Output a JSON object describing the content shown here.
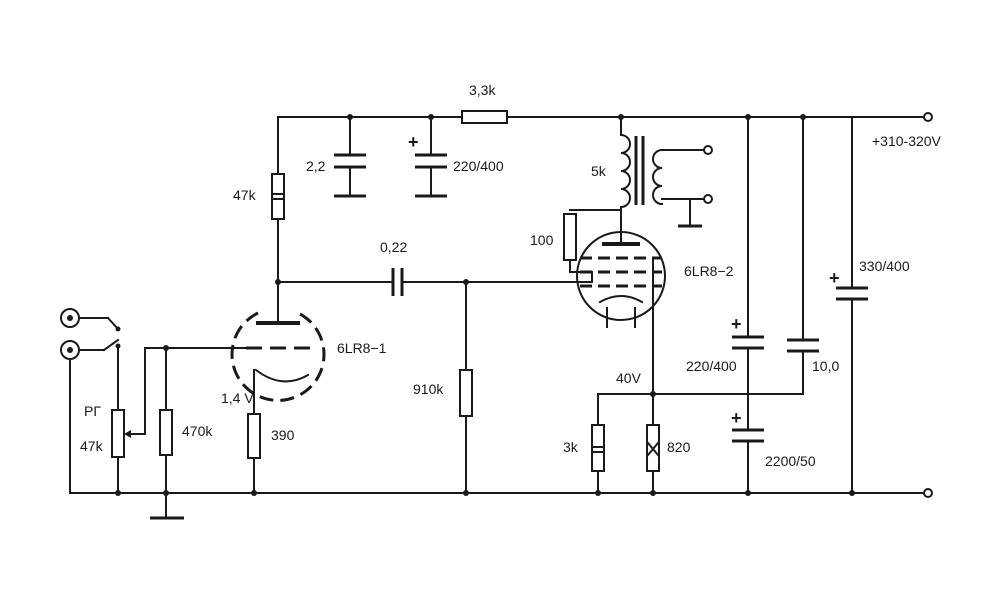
{
  "labels": {
    "r_top": "3,3k",
    "r_47k_top": "47k",
    "c_2_2": "2,2",
    "c_220_400_top": "220/400",
    "c_0_22": "0,22",
    "r_100": "100",
    "xfmr_5k": "5k",
    "tube2": "6LR8−2",
    "supply": "+310-320V",
    "c_330_400": "330/400",
    "c_220_400_right": "220/400",
    "c_10_0": "10,0",
    "v_40": "40V",
    "r_910k": "910k",
    "tube1": "6LR8−1",
    "v_1_4": "1,4 V",
    "r_390": "390",
    "pot_name": "РГ",
    "pot_value": "47k",
    "r_470k": "470k",
    "r_3k": "3k",
    "r_820": "820",
    "c_2200_50": "2200/50"
  },
  "polarity_mark": "+"
}
